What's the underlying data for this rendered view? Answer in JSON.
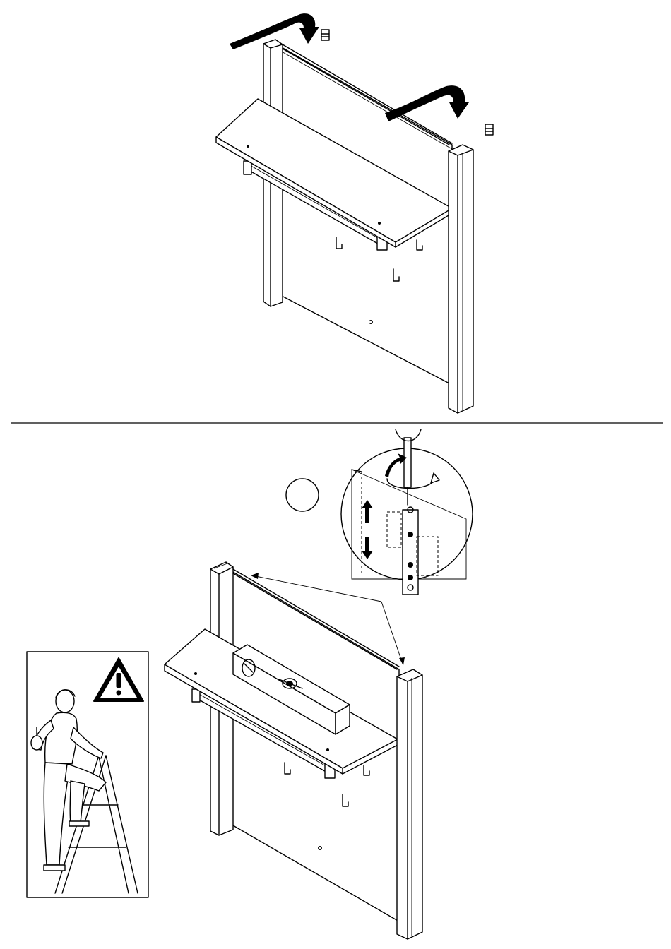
{
  "document": {
    "type": "assembly-instruction-page",
    "steps": [
      {
        "id": "step-top",
        "description_visible_text": ""
      },
      {
        "id": "step-bottom",
        "step_number_circle": ""
      }
    ],
    "warning_panel": {
      "icon": "warning-triangle-icon"
    },
    "colors": {
      "ink": "#000000",
      "paper": "#ffffff"
    }
  }
}
